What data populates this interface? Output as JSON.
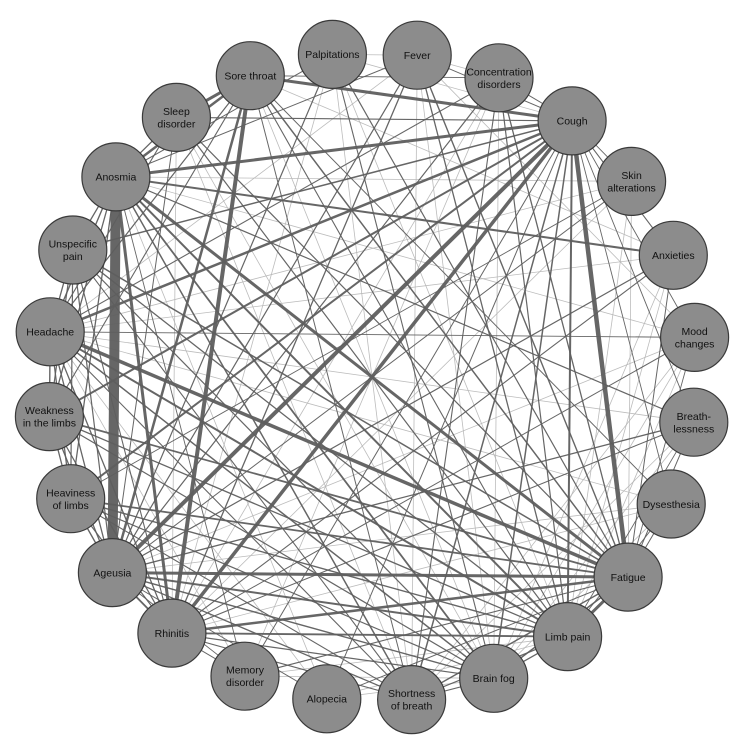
{
  "network": {
    "edge_color": "#5e5e5e",
    "light_edge_color": "#b5b5b5",
    "node_fill": "#8c8c8c",
    "nodes": [
      {
        "id": "fever",
        "lines": [
          "Fever"
        ]
      },
      {
        "id": "concentration",
        "lines": [
          "Concentration",
          "disorders"
        ]
      },
      {
        "id": "cough",
        "lines": [
          "Cough"
        ]
      },
      {
        "id": "skin",
        "lines": [
          "Skin",
          "alterations"
        ]
      },
      {
        "id": "anxieties",
        "lines": [
          "Anxieties"
        ]
      },
      {
        "id": "mood",
        "lines": [
          "Mood",
          "changes"
        ]
      },
      {
        "id": "breathlessness",
        "lines": [
          "Breath-",
          "lessness"
        ]
      },
      {
        "id": "dysesthesia",
        "lines": [
          "Dysesthesia"
        ]
      },
      {
        "id": "fatigue",
        "lines": [
          "Fatigue"
        ]
      },
      {
        "id": "limbpain",
        "lines": [
          "Limb pain"
        ]
      },
      {
        "id": "brainfog",
        "lines": [
          "Brain fog"
        ]
      },
      {
        "id": "sob",
        "lines": [
          "Shortness",
          "of breath"
        ]
      },
      {
        "id": "alopecia",
        "lines": [
          "Alopecia"
        ]
      },
      {
        "id": "memory",
        "lines": [
          "Memory",
          "disorder"
        ]
      },
      {
        "id": "rhinitis",
        "lines": [
          "Rhinitis"
        ]
      },
      {
        "id": "ageusia",
        "lines": [
          "Ageusia"
        ]
      },
      {
        "id": "heaviness",
        "lines": [
          "Heaviness",
          "of limbs"
        ]
      },
      {
        "id": "weakness",
        "lines": [
          "Weakness",
          "in the limbs"
        ]
      },
      {
        "id": "headache",
        "lines": [
          "Headache"
        ]
      },
      {
        "id": "unspecific",
        "lines": [
          "Unspecific",
          "pain"
        ]
      },
      {
        "id": "anosmia",
        "lines": [
          "Anosmia"
        ]
      },
      {
        "id": "sleep",
        "lines": [
          "Sleep",
          "disorder"
        ]
      },
      {
        "id": "sorethroat",
        "lines": [
          "Sore throat"
        ]
      },
      {
        "id": "palpitations",
        "lines": [
          "Palpitations"
        ]
      }
    ],
    "edges": [
      [
        "anosmia",
        "ageusia",
        10
      ],
      [
        "cough",
        "fatigue",
        4.5
      ],
      [
        "cough",
        "ageusia",
        4
      ],
      [
        "cough",
        "rhinitis",
        3.5
      ],
      [
        "sorethroat",
        "rhinitis",
        4
      ],
      [
        "sorethroat",
        "cough",
        3
      ],
      [
        "anosmia",
        "rhinitis",
        3
      ],
      [
        "headache",
        "fatigue",
        3.5
      ],
      [
        "anosmia",
        "fatigue",
        3
      ],
      [
        "anosmia",
        "cough",
        3
      ],
      [
        "ageusia",
        "fatigue",
        3
      ],
      [
        "rhinitis",
        "fatigue",
        2.5
      ],
      [
        "fatigue",
        "limbpain",
        3
      ],
      [
        "sleep",
        "sorethroat",
        3
      ],
      [
        "cough",
        "headache",
        2.5
      ],
      [
        "cough",
        "limbpain",
        2
      ],
      [
        "sorethroat",
        "ageusia",
        2.5
      ],
      [
        "anosmia",
        "sorethroat",
        2.5
      ],
      [
        "cough",
        "weakness",
        2
      ],
      [
        "cough",
        "heaviness",
        2
      ],
      [
        "anosmia",
        "limbpain",
        2
      ],
      [
        "headache",
        "limbpain",
        2
      ],
      [
        "anosmia",
        "anxieties",
        2
      ],
      [
        "anosmia",
        "brainfog",
        1.8
      ],
      [
        "ageusia",
        "limbpain",
        2
      ],
      [
        "rhinitis",
        "limbpain",
        1.8
      ],
      [
        "heaviness",
        "fatigue",
        1.8
      ],
      [
        "weakness",
        "fatigue",
        1.8
      ],
      [
        "unspecific",
        "fatigue",
        1.5
      ],
      [
        "cough",
        "unspecific",
        1.5
      ],
      [
        "cough",
        "brainfog",
        1.5
      ],
      [
        "cough",
        "sob",
        1.5
      ],
      [
        "anosmia",
        "sob",
        1.5
      ],
      [
        "headache",
        "brainfog",
        1.5
      ],
      [
        "sorethroat",
        "fatigue",
        1.5
      ],
      [
        "fever",
        "fatigue",
        1.4
      ],
      [
        "fever",
        "limbpain",
        1.3
      ],
      [
        "fever",
        "rhinitis",
        1.3
      ],
      [
        "fever",
        "ageusia",
        1.2
      ],
      [
        "palpitations",
        "fatigue",
        1.2
      ],
      [
        "palpitations",
        "ageusia",
        1.2
      ],
      [
        "palpitations",
        "brainfog",
        1.1
      ],
      [
        "concentration",
        "fatigue",
        1.3
      ],
      [
        "concentration",
        "ageusia",
        1.2
      ],
      [
        "concentration",
        "limbpain",
        1.2
      ],
      [
        "concentration",
        "headache",
        1.1
      ],
      [
        "concentration",
        "sob",
        1.1
      ],
      [
        "breathlessness",
        "ageusia",
        1.3
      ],
      [
        "breathlessness",
        "anosmia",
        1.2
      ],
      [
        "breathlessness",
        "rhinitis",
        1.1
      ],
      [
        "anxieties",
        "ageusia",
        1.2
      ],
      [
        "anxieties",
        "rhinitis",
        1.1
      ],
      [
        "skin",
        "ageusia",
        1
      ],
      [
        "skin",
        "heaviness",
        0.9
      ],
      [
        "mood",
        "rhinitis",
        1
      ],
      [
        "mood",
        "headache",
        0.9
      ],
      [
        "dysesthesia",
        "sorethroat",
        1
      ],
      [
        "sleep",
        "limbpain",
        1.2
      ],
      [
        "sleep",
        "fatigue",
        1.2
      ],
      [
        "sleep",
        "cough",
        1.1
      ],
      [
        "unspecific",
        "limbpain",
        1.3
      ],
      [
        "unspecific",
        "brainfog",
        1.2
      ],
      [
        "unspecific",
        "sob",
        1.1
      ],
      [
        "weakness",
        "limbpain",
        1.3
      ],
      [
        "weakness",
        "brainfog",
        1.2
      ],
      [
        "heaviness",
        "limbpain",
        1.4
      ],
      [
        "heaviness",
        "brainfog",
        1.2
      ],
      [
        "heaviness",
        "sob",
        1.1
      ],
      [
        "ageusia",
        "brainfog",
        1.4
      ],
      [
        "ageusia",
        "sob",
        1.3
      ],
      [
        "rhinitis",
        "brainfog",
        1.2
      ],
      [
        "rhinitis",
        "sob",
        1.1
      ],
      [
        "memory",
        "fatigue",
        1.1
      ],
      [
        "memory",
        "cough",
        1
      ],
      [
        "alopecia",
        "fatigue",
        1
      ],
      [
        "alopecia",
        "cough",
        1
      ],
      [
        "brainfog",
        "fatigue",
        1.5
      ],
      [
        "sob",
        "fatigue",
        1.4
      ],
      [
        "sob",
        "limbpain",
        1.2
      ],
      [
        "brainfog",
        "limbpain",
        1.3
      ],
      [
        "headache",
        "weakness",
        1.4
      ],
      [
        "headache",
        "heaviness",
        1.3
      ],
      [
        "headache",
        "unspecific",
        1.3
      ],
      [
        "headache",
        "ageusia",
        1.3
      ],
      [
        "headache",
        "rhinitis",
        1.3
      ],
      [
        "anosmia",
        "headache",
        1.4
      ],
      [
        "anosmia",
        "unspecific",
        1.3
      ],
      [
        "anosmia",
        "weakness",
        1.3
      ],
      [
        "anosmia",
        "heaviness",
        1.3
      ],
      [
        "unspecific",
        "weakness",
        1.2
      ],
      [
        "unspecific",
        "heaviness",
        1.2
      ],
      [
        "weakness",
        "heaviness",
        1.3
      ],
      [
        "weakness",
        "ageusia",
        1.3
      ],
      [
        "heaviness",
        "ageusia",
        1.4
      ],
      [
        "unspecific",
        "ageusia",
        1.2
      ],
      [
        "ageusia",
        "rhinitis",
        1.8
      ],
      [
        "sleep",
        "anosmia",
        1.3
      ],
      [
        "sleep",
        "headache",
        1.1
      ],
      [
        "sorethroat",
        "headache",
        1.2
      ],
      [
        "sorethroat",
        "weakness",
        1.1
      ],
      [
        "sorethroat",
        "limbpain",
        1.1
      ],
      [
        "cough",
        "anxieties",
        1.1
      ],
      [
        "cough",
        "mood",
        0.9
      ],
      [
        "cough",
        "skin",
        0.9
      ],
      [
        "cough",
        "breathlessness",
        0.9
      ],
      [
        "cough",
        "dysesthesia",
        0.9
      ],
      [
        "cough",
        "concentration",
        1
      ],
      [
        "cough",
        "fever",
        1
      ],
      [
        "concentration",
        "sorethroat",
        0.9
      ],
      [
        "fever",
        "anosmia",
        1
      ],
      [
        "palpitations",
        "anosmia",
        1
      ],
      [
        "fatigue",
        "anxieties",
        1
      ],
      [
        "fatigue",
        "mood",
        0.9
      ],
      [
        "fatigue",
        "breathlessness",
        1
      ],
      [
        "fatigue",
        "dysesthesia",
        1
      ],
      [
        "limbpain",
        "dysesthesia",
        0.9
      ],
      [
        "limbpain",
        "breathlessness",
        0.9
      ],
      [
        "rhinitis",
        "memory",
        1
      ],
      [
        "ageusia",
        "memory",
        0.9
      ],
      [
        "ageusia",
        "alopecia",
        0.9
      ],
      [
        "sob",
        "brainfog",
        1.1
      ],
      [
        "headache",
        "sob",
        1.1
      ],
      [
        "heaviness",
        "rhinitis",
        1.2
      ],
      [
        "weakness",
        "rhinitis",
        1.2
      ],
      [
        "unspecific",
        "rhinitis",
        1.1
      ],
      [
        "anosmia",
        "memory",
        0.9
      ],
      [
        "sleep",
        "ageusia",
        1
      ],
      [
        "sorethroat",
        "sob",
        1
      ]
    ],
    "light_edges": [
      [
        "fever",
        "mood"
      ],
      [
        "fever",
        "brainfog"
      ],
      [
        "fever",
        "sob"
      ],
      [
        "fever",
        "headache"
      ],
      [
        "palpitations",
        "limbpain"
      ],
      [
        "palpitations",
        "sob"
      ],
      [
        "palpitations",
        "rhinitis"
      ],
      [
        "concentration",
        "brainfog"
      ],
      [
        "concentration",
        "rhinitis"
      ],
      [
        "concentration",
        "memory"
      ],
      [
        "skin",
        "rhinitis"
      ],
      [
        "skin",
        "limbpain"
      ],
      [
        "skin",
        "anosmia"
      ],
      [
        "skin",
        "headache"
      ],
      [
        "mood",
        "ageusia"
      ],
      [
        "mood",
        "limbpain"
      ],
      [
        "mood",
        "brainfog"
      ],
      [
        "mood",
        "anosmia"
      ],
      [
        "dysesthesia",
        "ageusia"
      ],
      [
        "dysesthesia",
        "brainfog"
      ],
      [
        "dysesthesia",
        "headache"
      ],
      [
        "breathlessness",
        "brainfog"
      ],
      [
        "breathlessness",
        "sob"
      ],
      [
        "breathlessness",
        "headache"
      ],
      [
        "anxieties",
        "brainfog"
      ],
      [
        "anxieties",
        "limbpain"
      ],
      [
        "anxieties",
        "headache"
      ],
      [
        "alopecia",
        "limbpain"
      ],
      [
        "alopecia",
        "anosmia"
      ],
      [
        "alopecia",
        "brainfog"
      ],
      [
        "memory",
        "limbpain"
      ],
      [
        "memory",
        "headache"
      ],
      [
        "memory",
        "brainfog"
      ],
      [
        "sleep",
        "brainfog"
      ],
      [
        "sleep",
        "sob"
      ],
      [
        "sleep",
        "rhinitis"
      ],
      [
        "sorethroat",
        "brainfog"
      ],
      [
        "sorethroat",
        "anxieties"
      ],
      [
        "palpitations",
        "cough"
      ],
      [
        "fever",
        "palpitations"
      ],
      [
        "fever",
        "concentration"
      ],
      [
        "skin",
        "fatigue"
      ],
      [
        "mood",
        "sob"
      ],
      [
        "dysesthesia",
        "rhinitis"
      ],
      [
        "alopecia",
        "headache"
      ]
    ]
  }
}
